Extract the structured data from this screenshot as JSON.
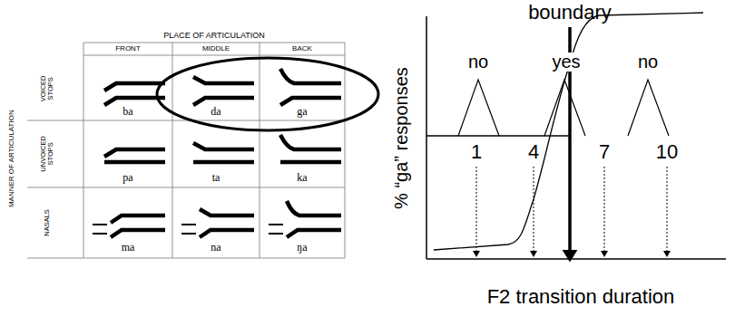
{
  "diagram": {
    "labels": [
      "PLACE OF ARTICULATION",
      "FRONT",
      "MIDDLE",
      "BACK",
      "MANNER OF ARTICULATION",
      "VOICED STOPS",
      "UNVOICED STOPS",
      "NASALS",
      "ba",
      "da",
      "ga",
      "pa",
      "ta",
      "ka",
      "ma",
      "na",
      "ŋa",
      "boundary",
      "no",
      "yes",
      "no",
      "1",
      "4",
      "7",
      "10",
      "% “ga” responses",
      "F2 transition duration"
    ]
  }
}
